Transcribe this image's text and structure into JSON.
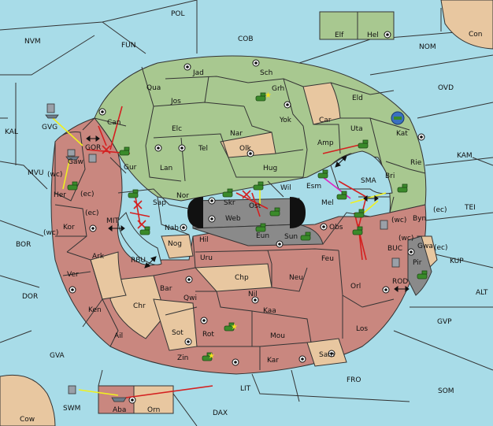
{
  "colors": {
    "sea": "#a8dce8",
    "green": "#a8c890",
    "red": "#c9877f",
    "tan": "#e8c7a0",
    "gray": "#8a8a8a",
    "black": "#111111",
    "order_red": "#d42020",
    "order_yellow": "#f0f020",
    "order_pink": "#e020c0",
    "unit_green": "#3a8a2a"
  },
  "icons": {
    "supply_center": "bullseye-icon",
    "army": "tank-icon",
    "fleet": "ship-icon",
    "retreat": "double-arrow-icon"
  },
  "seas": {
    "POL": "POL",
    "NVM": "NVM",
    "FUN": "FUN",
    "COB": "COB",
    "NOM": "NOM",
    "OVD": "OVD",
    "Con": "Con",
    "KAL": "KAL",
    "MVU": "MVU",
    "BOR": "BOR",
    "DOR": "DOR",
    "GVA": "GVA",
    "Cow": "Cow",
    "SWM": "SWM",
    "LIT": "LIT",
    "DAX": "DAX",
    "FRO": "FRO",
    "SOM": "SOM",
    "GVP": "GVP",
    "ALT": "ALT",
    "KUP": "KUP",
    "TEI": "TEI",
    "KAM": "KAM",
    "SMA": "SMA",
    "MIT": "MIT",
    "RBU": "RBU",
    "GOR": "GOR",
    "GVG": "GVG",
    "BUC": "BUC",
    "ROD": "ROD"
  },
  "provinces": {
    "Elf": "Elf",
    "Hel": "Hel",
    "Jad": "Jad",
    "Sch": "Sch",
    "Qua": "Qua",
    "Grh": "Grh",
    "Jos": "Jos",
    "Eld": "Eld",
    "Can": "Can",
    "Yok": "Yok",
    "Car": "Car",
    "Uta": "Uta",
    "Elc": "Elc",
    "Nar": "Nar",
    "Kat": "Kat",
    "Tel": "Tel",
    "Olk": "Olk",
    "Amp": "Amp",
    "Gur": "Gur",
    "Lan": "Lan",
    "Hug": "Hug",
    "Rie": "Rie",
    "Gaw": "Gaw",
    "Bri": "Bri",
    "Nor": "Nor",
    "Esm": "Esm",
    "Wil": "Wil",
    "Her": "Her",
    "Sap": "Sap",
    "Skr": "Skr",
    "Ost": "Ost",
    "Web": "Web",
    "Mel": "Mel",
    "Byn": "Byn",
    "Kor": "Kor",
    "Nab": "Nab",
    "Eun": "Eun",
    "Obs": "Obs",
    "Hil": "Hil",
    "Sun": "Sun",
    "Gwa": "Gwa",
    "Nog": "Nog",
    "Ark": "Ark",
    "Pir": "Pir",
    "Uru": "Uru",
    "Feu": "Feu",
    "Ver": "Ver",
    "Chp": "Chp",
    "Neu": "Neu",
    "Orl": "Orl",
    "Bar": "Bar",
    "Qwi": "Qwi",
    "Nil": "Nil",
    "Ken": "Ken",
    "Chr": "Chr",
    "Kaa": "Kaa",
    "Los": "Los",
    "Ail": "Ail",
    "Sot": "Sot",
    "Rot": "Rot",
    "Mou": "Mou",
    "Sam": "Sam",
    "Zin": "Zin",
    "Kar": "Kar",
    "Aba": "Aba",
    "Orn": "Orn"
  },
  "coast_tags": {
    "wc1": "(wc)",
    "ec1": "(ec)",
    "ec2": "(ec)",
    "wc2": "(wc)",
    "wc3": "(wc)",
    "ec3": "(ec)",
    "ec4": "(ec)",
    "wc4": "(wc)"
  }
}
